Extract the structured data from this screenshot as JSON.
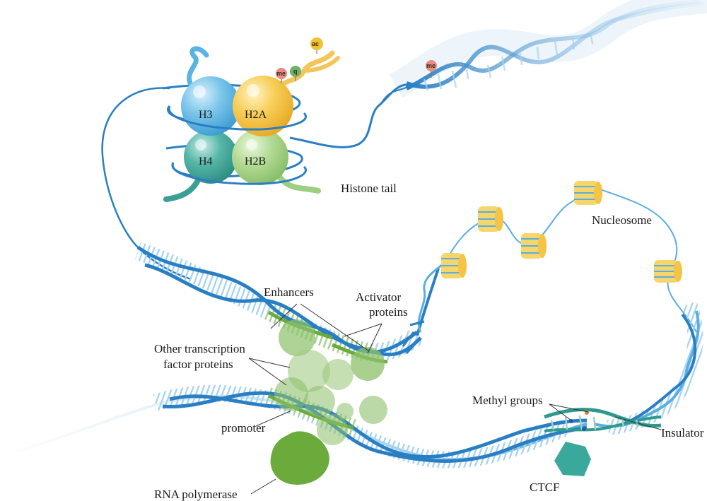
{
  "labels": {
    "histone_tail": "Histone tail",
    "nucleosome": "Nucleosome",
    "enhancers": "Enhancers",
    "activator_line1": "Activator",
    "activator_line2": "proteins",
    "other_tf_line1": "Other transcription",
    "other_tf_line2": "factor proteins",
    "promoter": "promoter",
    "rna_polymerase": "RNA  polymerase",
    "methyl_groups": "Methyl groups",
    "insulator": "Insulator",
    "ctcf": "CTCF"
  },
  "histones": {
    "h3": "H3",
    "h2a": "H2A",
    "h4": "H4",
    "h2b": "H2B"
  },
  "marks": {
    "me": "me",
    "q": "q",
    "ac": "ac"
  },
  "colors": {
    "dna_dark": "#2a7fc4",
    "dna_light": "#8fc6ec",
    "h3": "#6cbde6",
    "h2a": "#f5c64a",
    "h4": "#4fb0a4",
    "h2b": "#a9d48f",
    "tf_green": "#8cc06a",
    "polymerase": "#6aab3c",
    "ctcf": "#3aa99c",
    "nucleosome_yellow": "#f6d56b",
    "me_pink": "#e88a86",
    "q_green": "#6fb06c",
    "ac_yellow": "#f1c232"
  }
}
